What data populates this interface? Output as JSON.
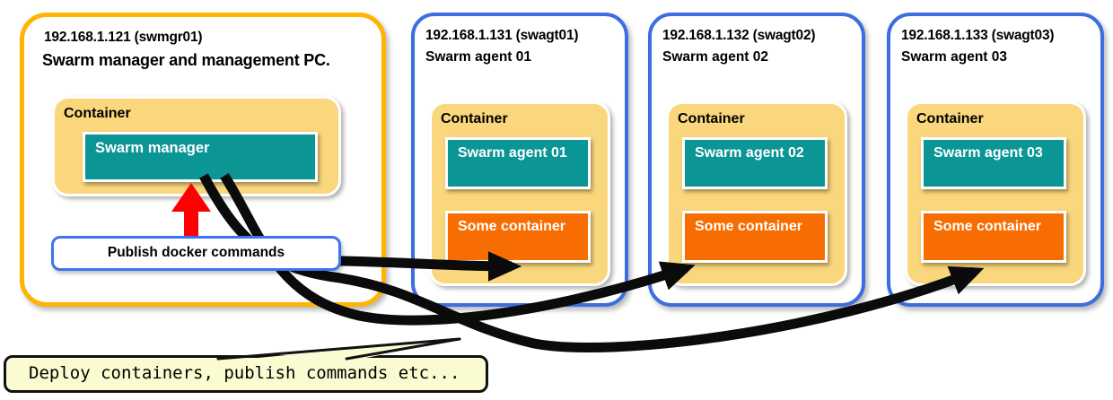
{
  "manager": {
    "ip_line": "192.168.1.121 (swmgr01)",
    "subtitle": "Swarm manager and management PC.",
    "container_label": "Container",
    "service_label": "Swarm manager",
    "publish_label": "Publish docker commands"
  },
  "agents": [
    {
      "ip_line": "192.168.1.131 (swagt01)",
      "subtitle": "Swarm agent 01",
      "container_label": "Container",
      "service_label": "Swarm agent 01",
      "workload_label": "Some container"
    },
    {
      "ip_line": "192.168.1.132 (swagt02)",
      "subtitle": "Swarm agent 02",
      "container_label": "Container",
      "service_label": "Swarm agent 02",
      "workload_label": "Some container"
    },
    {
      "ip_line": "192.168.1.133 (swagt03)",
      "subtitle": "Swarm agent 03",
      "container_label": "Container",
      "service_label": "Swarm agent 03",
      "workload_label": "Some container"
    }
  ],
  "callout": {
    "text": "Deploy containers, publish commands etc..."
  },
  "colors": {
    "manager_border": "#FFB402",
    "agent_border": "#3D6EE0",
    "container_fill": "#FAD77C",
    "service_fill": "#0B9595",
    "workload_fill": "#F86D01",
    "publish_border": "#3C74F0",
    "callout_fill": "#FBFBD2",
    "arrow_black": "#0B0B0B",
    "arrow_red": "#FE0000"
  }
}
